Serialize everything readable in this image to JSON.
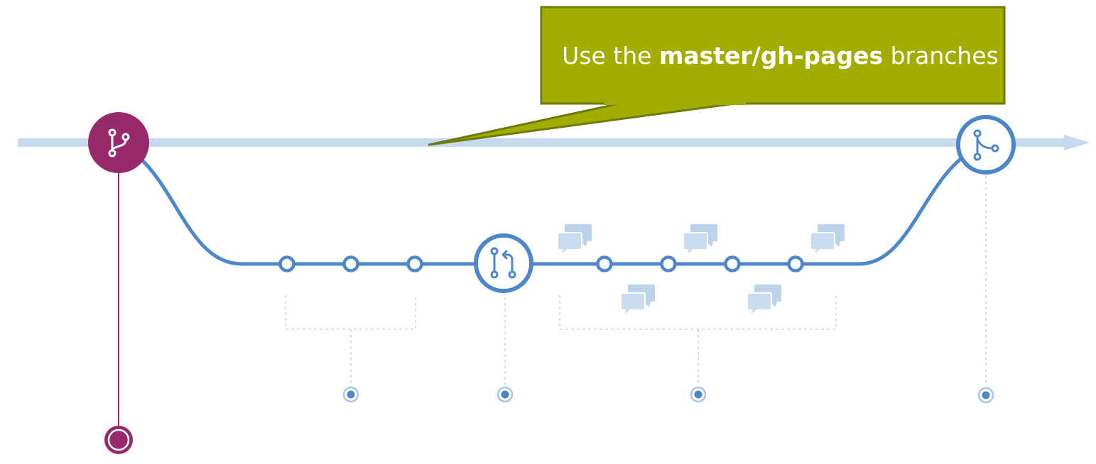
{
  "callout": {
    "prefix": "Use the ",
    "bold": "master/gh-pages",
    "suffix": " branches"
  },
  "colors": {
    "main_line": "#c5daef",
    "branch_line": "#4b87ca",
    "commit_fill": "#ffffff",
    "branch_start": "#98296b",
    "callout_fill": "#a3ad00",
    "callout_border": "#6e7a0c",
    "comment_icon": "#bcd3ec",
    "dashed": "#d2d2d2"
  },
  "icons": {
    "branch_start": "git-branch-icon",
    "pull_request": "pull-request-icon",
    "merge": "git-merge-icon",
    "comment": "comment-bubbles-icon",
    "deploy_marker": "deploy-dot-icon"
  }
}
